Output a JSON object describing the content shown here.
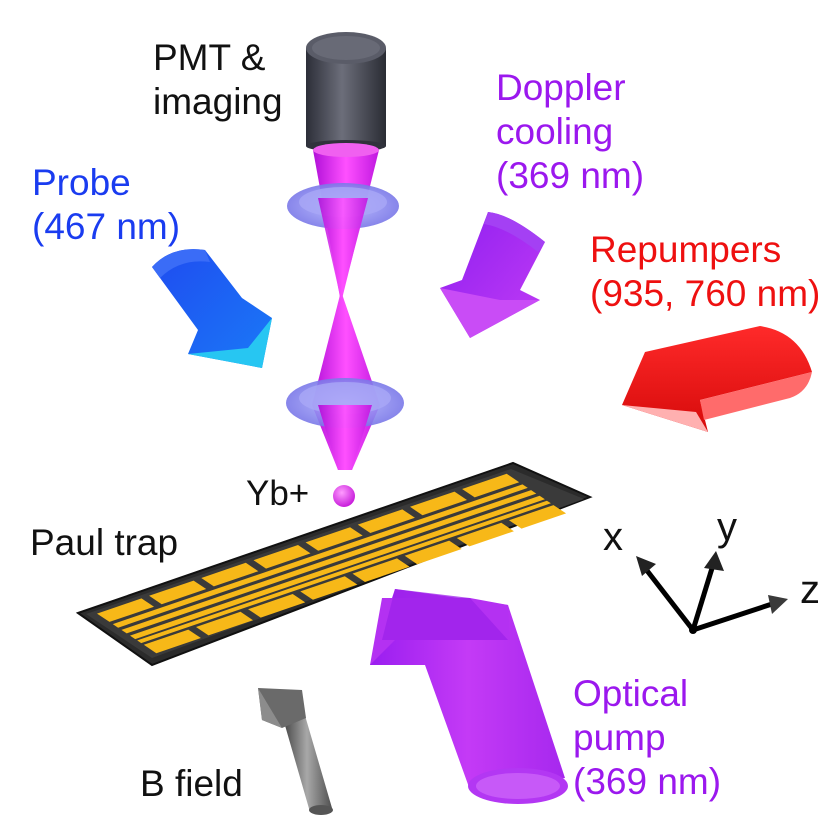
{
  "labels": {
    "pmt": {
      "line1": "PMT &",
      "line2": "imaging"
    },
    "doppler": {
      "line1": "Doppler",
      "line2": "cooling",
      "line3": "(369 nm)"
    },
    "probe": {
      "line1": "Probe",
      "line2": "(467 nm)"
    },
    "repumpers": {
      "line1": "Repumpers",
      "line2": "(935, 760 nm)"
    },
    "ion": "Yb+",
    "trap": "Paul trap",
    "optical_pump": {
      "line1": "Optical",
      "line2": "pump",
      "line3": "(369 nm)"
    },
    "bfield": "B field",
    "axes": {
      "x": "x",
      "y": "y",
      "z": "z"
    }
  },
  "colors": {
    "probe_text": "#1a3cf0",
    "cooling_text": "#9b18ee",
    "repumper_text": "#ee1010",
    "probe_beam": "#1f5cf5",
    "cooling_beam": "#a326f0",
    "repumper_beam": "#f51414",
    "optical_pump_beam": "#b12bf0",
    "fluorescence": "#ee22ee",
    "lens": "#8c8cf0",
    "electrode": "#f7b818",
    "trap_substrate": "#2a2a2a",
    "pmt_body": "#4a4c58",
    "bfield_arrow": "#707070"
  },
  "icons": {
    "pmt": "cylinder-detector",
    "lens": "lens-disk",
    "beam": "3d-arrow",
    "trap": "electrode-chip",
    "axes": "coordinate-triad"
  }
}
